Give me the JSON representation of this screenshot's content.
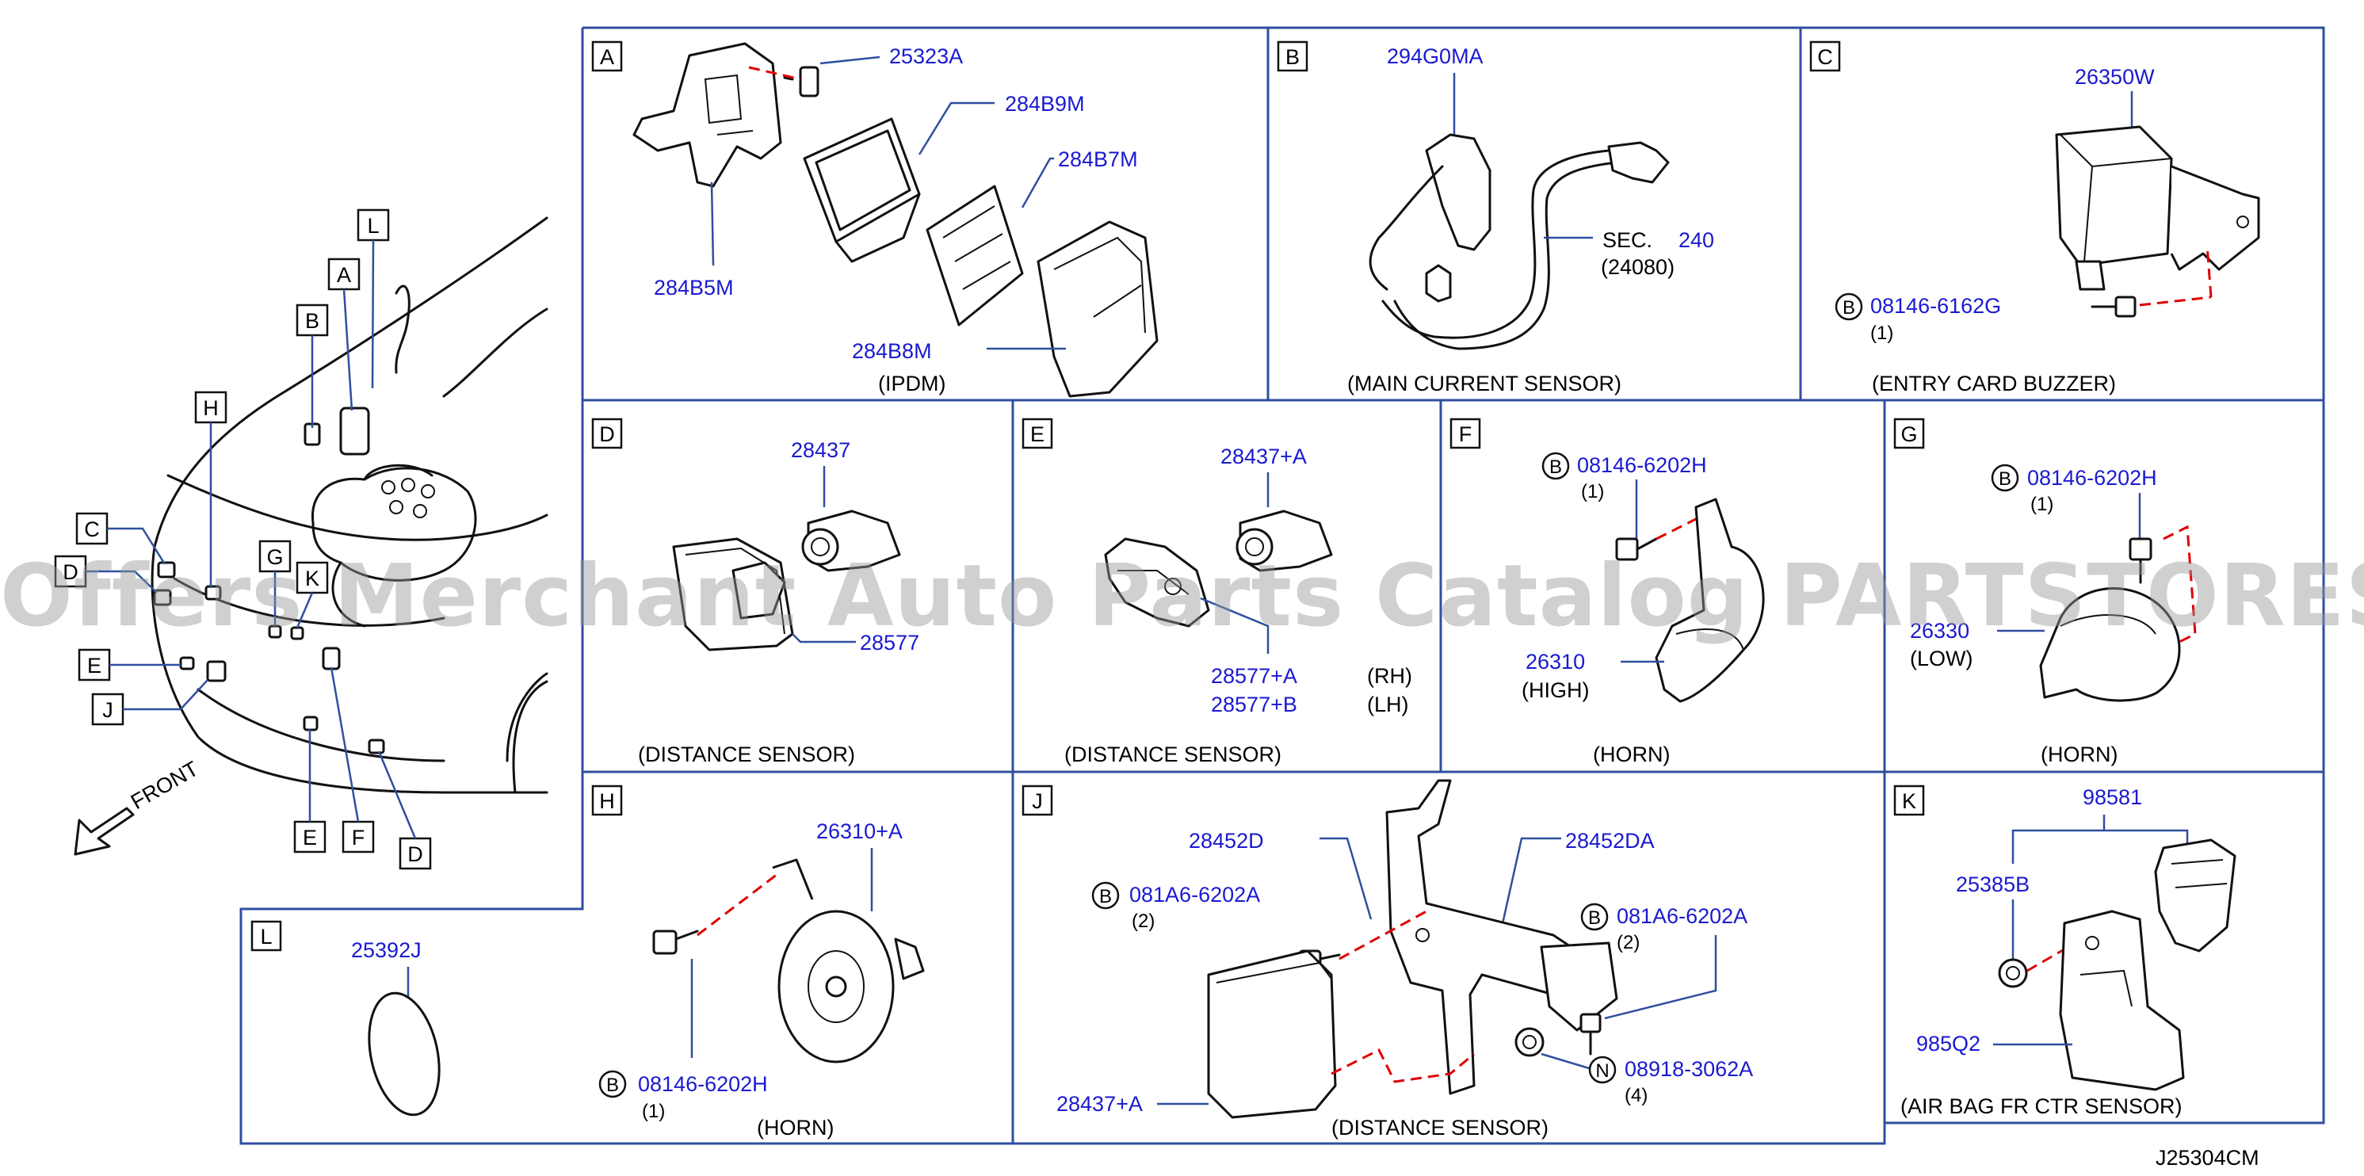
{
  "diagram_code": "J25304CM",
  "watermark": "Offers Merchant Auto Parts Catalog PARTSTORESA",
  "colors": {
    "frame": "#2f4f9f",
    "partno": "#1a1ad0",
    "text": "#000000",
    "dash": "#e00000"
  },
  "overview": {
    "front_label": "FRONT",
    "callouts": [
      "L",
      "A",
      "B",
      "H",
      "C",
      "D",
      "E",
      "J",
      "G",
      "K",
      "E",
      "F",
      "D"
    ]
  },
  "panels": {
    "A": {
      "letter": "A",
      "caption": "(IPDM)",
      "parts": [
        "25323A",
        "284B9M",
        "284B7M",
        "284B5M",
        "284B8M"
      ]
    },
    "B": {
      "letter": "B",
      "caption": "(MAIN   CURRENT   SENSOR)",
      "parts": [
        "294G0MA"
      ],
      "sec": "SEC.",
      "sec_num": "240",
      "sec_ref": "(24080)"
    },
    "C": {
      "letter": "C",
      "caption": "(ENTRY   CARD   BUZZER)",
      "parts": [
        "26350W"
      ],
      "bolt_mark": "B",
      "bolt": "08146-6162G",
      "bolt_qty": "(1)"
    },
    "D": {
      "letter": "D",
      "caption": "(DISTANCE   SENSOR)",
      "parts": [
        "28437",
        "28577"
      ]
    },
    "E": {
      "letter": "E",
      "caption": "(DISTANCE   SENSOR)",
      "parts": [
        "28437+A",
        "28577+A",
        "28577+B"
      ],
      "rh": "(RH)",
      "lh": "(LH)"
    },
    "F": {
      "letter": "F",
      "caption": "(HORN)",
      "parts": [
        "26310"
      ],
      "variant": "(HIGH)",
      "bolt_mark": "B",
      "bolt": "08146-6202H",
      "bolt_qty": "(1)"
    },
    "G": {
      "letter": "G",
      "caption": "(HORN)",
      "parts": [
        "26330"
      ],
      "variant": "(LOW)",
      "bolt_mark": "B",
      "bolt": "08146-6202H",
      "bolt_qty": "(1)"
    },
    "H": {
      "letter": "H",
      "caption": "(HORN)",
      "parts": [
        "26310+A"
      ],
      "bolt_mark": "B",
      "bolt": "08146-6202H",
      "bolt_qty": "(1)"
    },
    "J": {
      "letter": "J",
      "caption": "(DISTANCE   SENSOR)",
      "parts": [
        "28452D",
        "28452DA",
        "28437+A"
      ],
      "bolt1_mark": "B",
      "bolt1": "081A6-6202A",
      "bolt1_qty": "(2)",
      "bolt2_mark": "B",
      "bolt2": "081A6-6202A",
      "bolt2_qty": "(2)",
      "nut_mark": "N",
      "nut": "08918-3062A",
      "nut_qty": "(4)"
    },
    "K": {
      "letter": "K",
      "caption": "(AIR   BAG   FR   CTR   SENSOR)",
      "parts": [
        "98581",
        "25385B",
        "985Q2"
      ]
    },
    "L": {
      "letter": "L",
      "parts": [
        "25392J"
      ]
    }
  }
}
